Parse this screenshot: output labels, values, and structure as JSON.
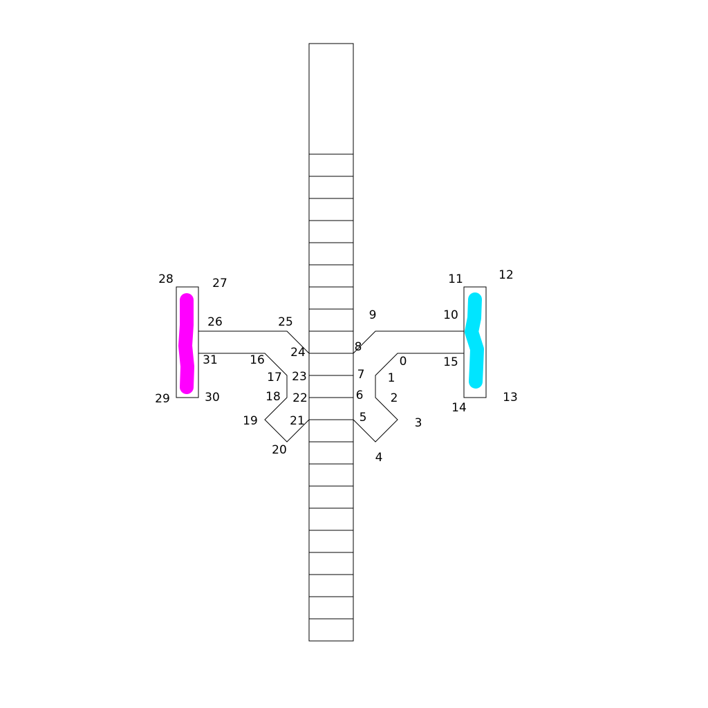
{
  "colors": {
    "stroke": "#000000",
    "left_highlight": "#ff00ff",
    "right_highlight": "#00e5ff",
    "background": "#ffffff"
  },
  "vertex_labels": [
    "0",
    "1",
    "2",
    "3",
    "4",
    "5",
    "6",
    "7",
    "8",
    "9",
    "10",
    "11",
    "12",
    "13",
    "14",
    "15",
    "16",
    "17",
    "18",
    "19",
    "20",
    "21",
    "22",
    "23",
    "24",
    "25",
    "26",
    "27",
    "28",
    "29",
    "30",
    "31"
  ]
}
